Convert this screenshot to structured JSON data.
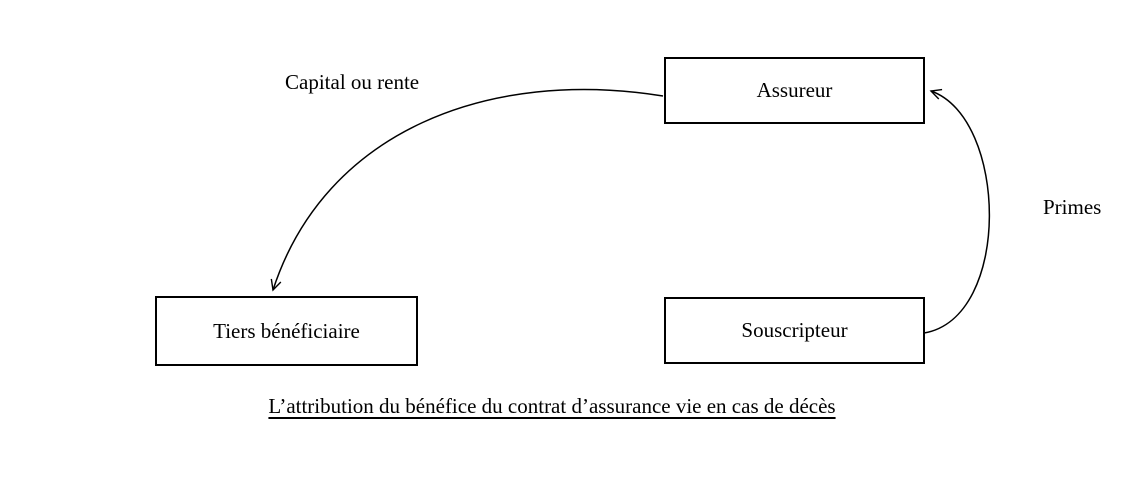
{
  "diagram": {
    "nodes": {
      "assureur": {
        "label": "Assureur"
      },
      "tiers_beneficiaire": {
        "label": "Tiers bénéficiaire"
      },
      "souscripteur": {
        "label": "Souscripteur"
      }
    },
    "edges": {
      "capital_ou_rente": {
        "label": "Capital ou rente",
        "from": "Assureur",
        "to": "Tiers bénéficiaire"
      },
      "primes": {
        "label": "Primes",
        "from": "Souscripteur",
        "to": "Assureur"
      }
    },
    "caption": "L’attribution du bénéfice du contrat d’assurance vie en cas de décès",
    "colors": {
      "stroke": "#000000",
      "background": "#ffffff"
    }
  }
}
